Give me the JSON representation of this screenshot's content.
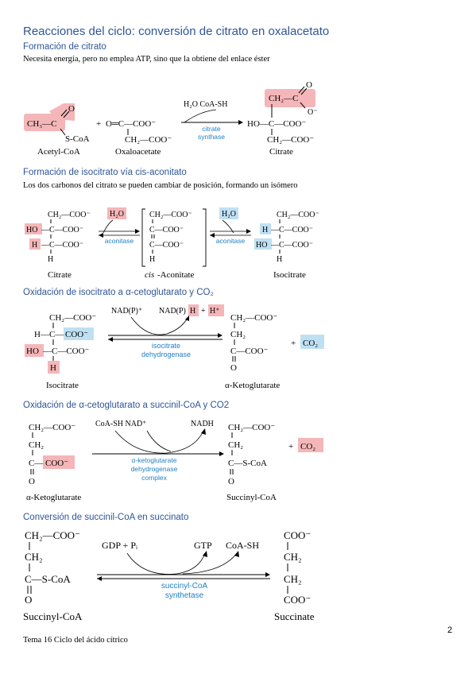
{
  "title": "Reacciones del ciclo: conversión de citrato en oxalacetato",
  "page_number": "2",
  "footer": "Tema 16 Ciclo del ácido cítrico",
  "colors": {
    "heading": "#2f5597",
    "enzyme": "#1f80c4",
    "pink": "#f4b6b8",
    "blue": "#bfe0f3"
  },
  "sections": [
    {
      "heading": "Formación de citrato",
      "description": "Necesita energía, pero no emplea ATP, sino que la obtiene del enlace éster",
      "acetyl_group": "CH₃—C",
      "acetyl_o": "O",
      "acetyl_scoa": "S-CoA",
      "plus": "+",
      "oxalo_main": "O═C—COO⁻",
      "oxalo_ch2": "CH₂—COO⁻",
      "cofactors": "H₂O  CoA-SH",
      "enzyme_line1": "citrate",
      "enzyme_line2": "synthase",
      "citrate_top": "CH₂—C",
      "citrate_o": "O",
      "citrate_ominus": "O⁻",
      "citrate_mid": "HO—C—COO⁻",
      "citrate_bot": "CH₂—COO⁻",
      "label_acetyl": "Acetyl-CoA",
      "label_oxalo": "Oxaloacetate",
      "label_citrate": "Citrate"
    },
    {
      "heading": "Formación de isocitrato vía cis-aconitato",
      "description": "Los dos carbonos del citrato se pueden cambiar de posición, formando un isómero",
      "cit_l1": "CH₂—COO⁻",
      "cit_l2_left": "HO",
      "cit_l2_right": "—C—COO⁻",
      "cit_l3_left": "H",
      "cit_l3_right": "—C—COO⁻",
      "cit_l4": "H",
      "water": "H₂O",
      "enzyme": "aconitase",
      "acon_l1": "CH₂—COO⁻",
      "acon_l2": "C—COO⁻",
      "acon_l3": "C—COO⁻",
      "acon_l4": "H",
      "iso_l1": "CH₂—COO⁻",
      "iso_l2_left": "H",
      "iso_l2_right": "—C—COO⁻",
      "iso_l3_left": "HO",
      "iso_l3_right": "—C—COO⁻",
      "iso_l4": "H",
      "label_citrate": "Citrate",
      "label_acon_prefix": "cis",
      "label_acon_suffix": "-Aconitate",
      "label_iso": "Isocitrate"
    },
    {
      "heading": "Oxidación de isocitrato a α-cetoglutarato y CO₂",
      "left_l1": "CH₂—COO⁻",
      "left_l2_left": "H—C—",
      "left_l2_box": "COO⁻",
      "left_l3_left": "HO",
      "left_l3_right": "—C—COO⁻",
      "left_l4": "H",
      "nadp": "NAD(P)⁺",
      "nadph": "NAD(P)",
      "nadph_h": "H",
      "plus": "+",
      "hplus": "H⁺",
      "enzyme_line1": "isocitrate",
      "enzyme_line2": "dehydrogenase",
      "right_l1": "CH₂—COO⁻",
      "right_l2": "CH₂",
      "right_l3": "C—COO⁻",
      "right_l4": "O",
      "co2": "CO₂",
      "label_left": "Isocitrate",
      "label_right": "α-Ketoglutarate"
    },
    {
      "heading": "Oxidación de α-cetoglutarato a succinil-CoA y CO2",
      "left_l1": "CH₂—COO⁻",
      "left_l2": "CH₂",
      "left_l3_left": "C—",
      "left_l3_box": "COO⁻",
      "left_l4": "O",
      "cofactors": "CoA-SH  NAD⁺",
      "nadh": "NADH",
      "enzyme_line1": "α-ketoglutarate",
      "enzyme_line2": "dehydrogenase",
      "enzyme_line3": "complex",
      "right_l1": "CH₂—COO⁻",
      "right_l2": "CH₂",
      "right_l3": "C—S-CoA",
      "right_l4": "O",
      "plus": "+",
      "co2": "CO₂",
      "label_left": "α-Ketoglutarate",
      "label_right": "Succinyl-CoA"
    },
    {
      "heading": "Conversión de succinil-CoA en succinato",
      "left_l1": "CH₂—COO⁻",
      "left_l2": "CH₂",
      "left_l3": "C—S-CoA",
      "left_l4": "O",
      "gdp": "GDP + Pᵢ",
      "gtp": "GTP",
      "coash": "CoA-SH",
      "enzyme_line1": "succinyl-CoA",
      "enzyme_line2": "synthetase",
      "right_l1": "COO⁻",
      "right_l2": "CH₂",
      "right_l3": "CH₂",
      "right_l4": "COO⁻",
      "label_left": "Succinyl-CoA",
      "label_right": "Succinate"
    }
  ]
}
